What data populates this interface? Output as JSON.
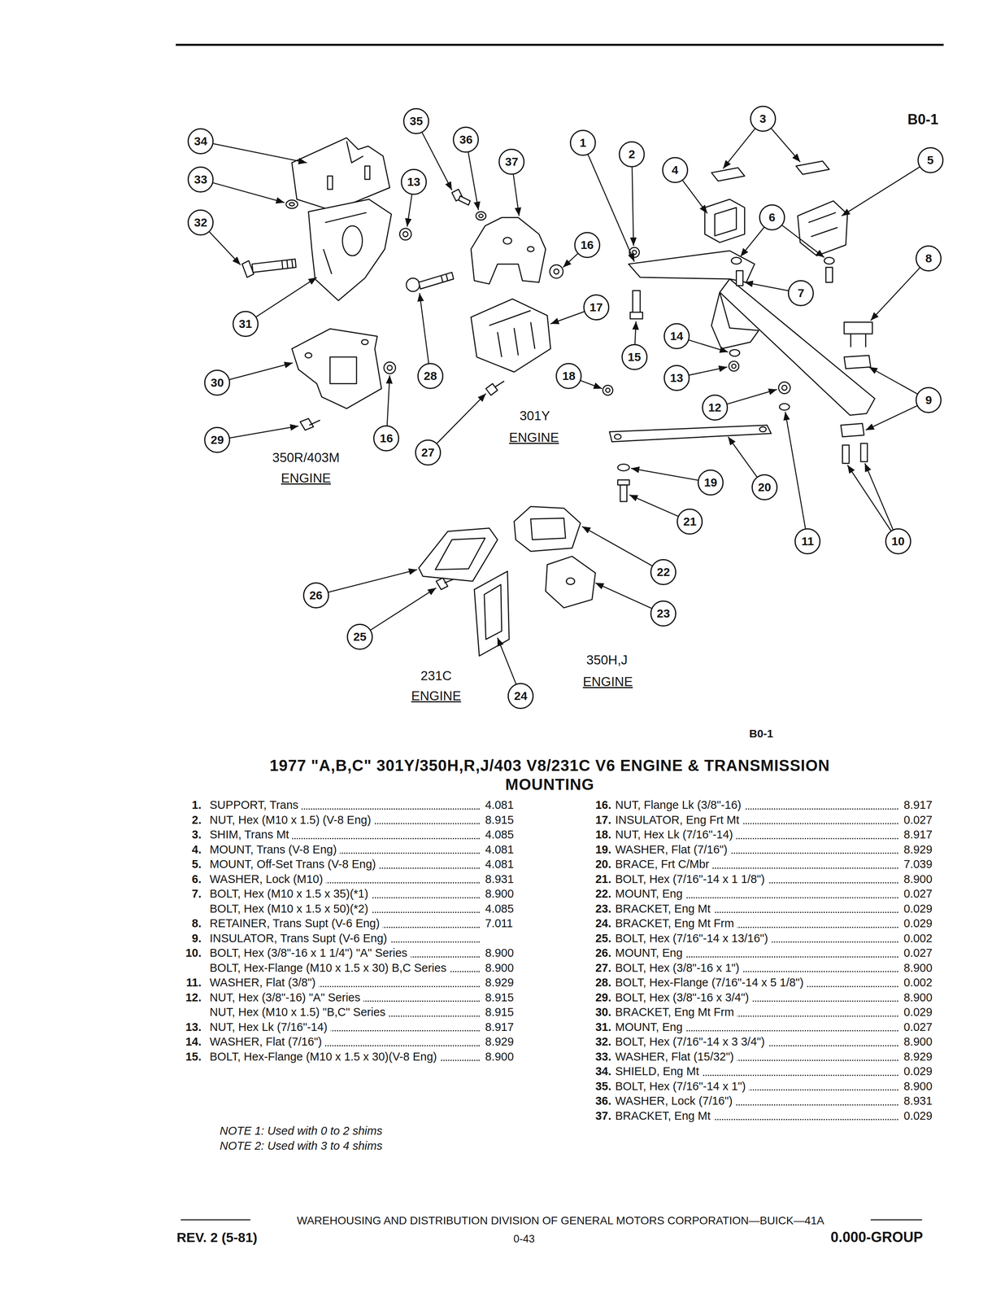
{
  "diagram": {
    "title": "1977 \"A,B,C\" 301Y/350H,R,J/403 V8/231C V6 ENGINE & TRANSMISSION MOUNTING",
    "nodes": [
      {
        "text": [
          "3"
        ]
      },
      {
        "text": [
          "35"
        ]
      },
      {
        "text": [
          "36"
        ]
      },
      {
        "text": [
          "34"
        ]
      },
      {
        "text": [
          "1"
        ]
      },
      {
        "text": [
          "2"
        ]
      },
      {
        "text": [
          "5"
        ]
      },
      {
        "text": [
          "37"
        ]
      },
      {
        "text": [
          "4"
        ]
      },
      {
        "text": [
          "33"
        ]
      },
      {
        "text": [
          "13"
        ]
      },
      {
        "text": [
          "6"
        ]
      },
      {
        "text": [
          "32"
        ]
      },
      {
        "text": [
          "16"
        ]
      },
      {
        "text": [
          "8"
        ]
      },
      {
        "text": [
          "7"
        ]
      },
      {
        "text": [
          "17"
        ]
      },
      {
        "text": [
          "31"
        ]
      },
      {
        "text": [
          "14"
        ]
      },
      {
        "text": [
          "15"
        ]
      },
      {
        "text": [
          "28"
        ]
      },
      {
        "text": [
          "18"
        ]
      },
      {
        "text": [
          "13"
        ]
      },
      {
        "text": [
          "30"
        ]
      },
      {
        "text": [
          "9"
        ]
      },
      {
        "text": [
          "12"
        ]
      },
      {
        "text": [
          "16"
        ]
      },
      {
        "text": [
          "29"
        ]
      },
      {
        "text": [
          "27"
        ]
      },
      {
        "text": [
          "19"
        ]
      },
      {
        "text": [
          "20"
        ]
      },
      {
        "text": [
          "21"
        ]
      },
      {
        "text": [
          "11"
        ]
      },
      {
        "text": [
          "10"
        ]
      },
      {
        "text": [
          "22"
        ]
      },
      {
        "text": [
          "26"
        ]
      },
      {
        "text": [
          "23"
        ]
      },
      {
        "text": [
          "25"
        ]
      },
      {
        "text": [
          "24"
        ]
      }
    ],
    "labels": [
      "B0-1",
      "350R/403M",
      "ENGINE",
      "301Y",
      "ENGINE",
      "231C",
      "ENGINE",
      "350H,J",
      "ENGINE",
      "B0-1",
      "1.",
      "SUPPORT, Trans",
      "4.081",
      "2.",
      "NUT, Hex (M10 x 1.5) (V-8 Eng)",
      "8.915",
      "3.",
      "SHIM, Trans Mt",
      "4.085",
      "4.",
      "MOUNT, Trans (V-8 Eng)",
      "4.081",
      "5.",
      "MOUNT, Off-Set Trans (V-8 Eng)",
      "4.081",
      "6.",
      "WASHER, Lock (M10)",
      "8.931",
      "7.",
      "BOLT, Hex (M10 x 1.5 x 35)(*1)",
      "8.900",
      "BOLT, Hex (M10 x 1.5 x 50)(*2)",
      "4.085",
      "8.",
      "RETAINER, Trans Supt (V-6 Eng)",
      "7.011",
      "9.",
      "INSULATOR, Trans Supt (V-6 Eng)",
      "10.",
      "BOLT, Hex (3/8\"-16 x 1 1/4\") \"A\" Series",
      "8.900",
      "BOLT, Hex-Flange (M10 x 1.5 x 30) B,C Series",
      "8.900",
      "11.",
      "WASHER, Flat (3/8\")",
      "8.929",
      "12.",
      "NUT, Hex (3/8\"-16) \"A\" Series",
      "8.915",
      "NUT, Hex (M10 x 1.5) \"B,C\" Series",
      "8.915",
      "13.",
      "NUT, Hex Lk (7/16\"-14)",
      "8.917",
      "14.",
      "WASHER, Flat (7/16\")",
      "8.929",
      "15.",
      "BOLT, Hex-Flange (M10 x 1.5 x 30)(V-8 Eng)",
      "8.900",
      "16.",
      "NUT, Flange Lk (3/8\"-16)",
      "8.917",
      "17.",
      "INSULATOR, Eng Frt Mt",
      "0.027",
      "18.",
      "NUT, Hex Lk (7/16\"-14)",
      "8.917",
      "19.",
      "WASHER, Flat (7/16\")",
      "8.929",
      "20.",
      "BRACE, Frt C/Mbr",
      "7.039",
      "21.",
      "BOLT, Hex (7/16\"-14 x 1 1/8\")",
      "8.900",
      "22.",
      "MOUNT, Eng",
      "0.027",
      "23.",
      "BRACKET, Eng Mt",
      "0.029",
      "24.",
      "BRACKET, Eng Mt Frm",
      "0.029",
      "25.",
      "BOLT, Hex (7/16\"-14 x 13/16\")",
      "0.002",
      "26.",
      "MOUNT, Eng",
      "0.027",
      "27.",
      "BOLT, Hex (3/8\"-16 x 1\")",
      "8.900",
      "28.",
      "BOLT, Hex-Flange (7/16\"-14 x 5 1/8\")",
      "0.002",
      "29.",
      "BOLT, Hex (3/8\"-16 x 3/4\")",
      "8.900",
      "30.",
      "BRACKET, Eng Mt Frm",
      "0.029",
      "31.",
      "MOUNT, Eng",
      "0.027",
      "32.",
      "BOLT, Hex (7/16\"-14 x 3 3/4\")",
      "8.900",
      "33.",
      "WASHER, Flat (15/32\")",
      "8.929",
      "34.",
      "SHIELD, Eng Mt",
      "0.029",
      "35.",
      "BOLT, Hex (7/16\"-14 x 1\")",
      "8.900",
      "36.",
      "WASHER, Lock (7/16\")",
      "8.931",
      "37.",
      "BRACKET, Eng Mt",
      "0.029",
      "NOTE 1: Used with 0 to 2 shims",
      "NOTE 2: Used with 3 to 4 shims",
      "WAREHOUSING AND DISTRIBUTION DIVISION OF GENERAL MOTORS CORPORATION—BUICK—41A",
      "REV. 2 (5-81)",
      "0-43",
      "0.000-GROUP"
    ]
  }
}
